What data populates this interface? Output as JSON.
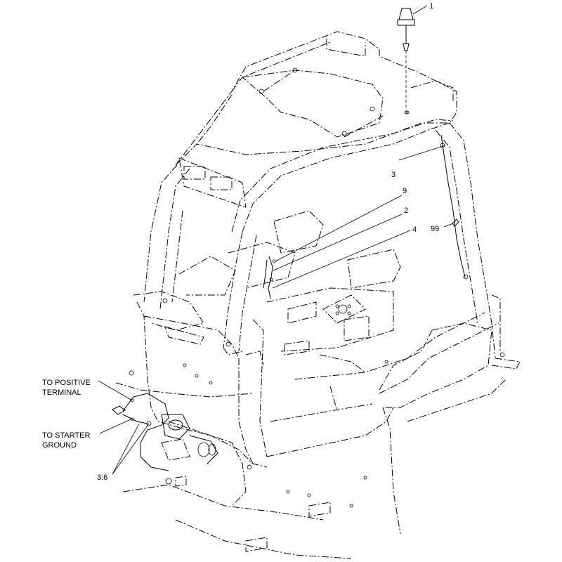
{
  "callouts": {
    "c1": "1",
    "c3": "3",
    "c9": "9",
    "c2": "2",
    "c4": "4",
    "c99": "99",
    "to_positive_line1": "TO POSITIVE",
    "to_positive_line2": "TERMINAL",
    "to_starter_line1": "TO STARTER",
    "to_starter_line2": "GROUND",
    "c36": "3:6"
  }
}
